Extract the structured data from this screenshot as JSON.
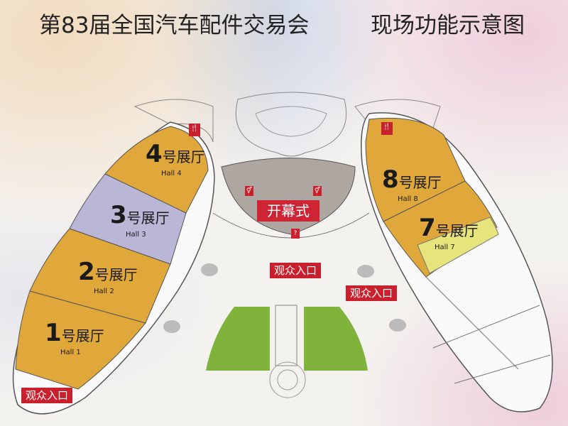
{
  "header": {
    "title": "第83届全国汽车配件交易会",
    "subtitle": "现场功能示意图"
  },
  "halls": [
    {
      "num": "4",
      "cn": "号展厅",
      "en": "Hall 4"
    },
    {
      "num": "3",
      "cn": "号展厅",
      "en": "Hall 3"
    },
    {
      "num": "2",
      "cn": "号展厅",
      "en": "Hall 2"
    },
    {
      "num": "1",
      "cn": "号展厅",
      "en": "Hall 1"
    },
    {
      "num": "8",
      "cn": "号展厅",
      "en": "Hall 8"
    },
    {
      "num": "7",
      "cn": "号展厅",
      "en": "Hall 7"
    }
  ],
  "center": {
    "label": "开幕式"
  },
  "entrances": [
    "观众入口",
    "观众入口",
    "观众入口"
  ],
  "colors": {
    "hall": "#e0a83a",
    "hall3": "#b9b6d6",
    "hall7_highlight": "#e6e47a",
    "green": "#7fb33c",
    "plaza": "#aea6a0",
    "accent": "#c8202c"
  }
}
